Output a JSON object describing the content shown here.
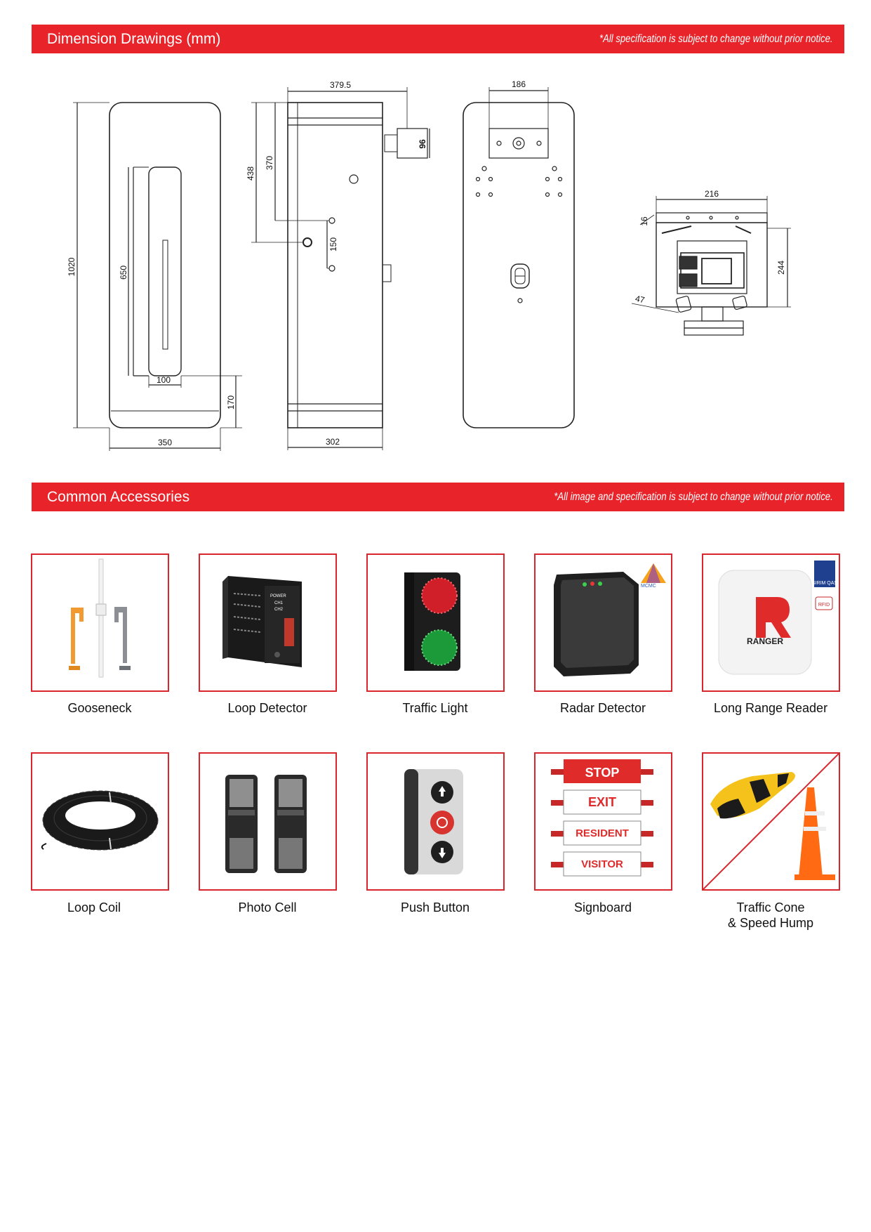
{
  "section1": {
    "title": "Dimension Drawings (mm)",
    "note": "*All specification is subject to change without prior notice."
  },
  "drawings": {
    "front": {
      "height": "1020",
      "slot": "650",
      "slot_width": "100",
      "bottom": "170",
      "width": "350"
    },
    "side": {
      "depth": "379.5",
      "h438": "438",
      "h370": "370",
      "h150": "150",
      "d96": "96",
      "base": "302"
    },
    "back": {
      "top_width": "186"
    },
    "detail": {
      "w216": "216",
      "d16": "16",
      "h244": "244",
      "d47": "47"
    }
  },
  "section2": {
    "title": "Common Accessories",
    "note": "*All image and specification is subject to change without prior notice."
  },
  "accessories": [
    {
      "label": "Gooseneck",
      "icon": "gooseneck-icon"
    },
    {
      "label": "Loop Detector",
      "icon": "loop-detector-icon"
    },
    {
      "label": "Traffic Light",
      "icon": "traffic-light-icon"
    },
    {
      "label": "Radar Detector",
      "icon": "radar-detector-icon"
    },
    {
      "label": "Long Range Reader",
      "icon": "long-range-reader-icon"
    },
    {
      "label": "Loop Coil",
      "icon": "loop-coil-icon"
    },
    {
      "label": "Photo Cell",
      "icon": "photo-cell-icon"
    },
    {
      "label": "Push Button",
      "icon": "push-button-icon"
    },
    {
      "label": "Signboard",
      "icon": "signboard-icon"
    },
    {
      "label_line1": "Traffic Cone",
      "label_line2": "& Speed Hump",
      "icon": "traffic-cone-speed-hump-icon"
    }
  ],
  "product_text": {
    "loop_detector": {
      "power": "POWER",
      "ch1": "CH1",
      "ch2": "CH2"
    },
    "radar_logo": "MCMC",
    "reader_brand": "RANGER",
    "reader_badges": [
      "SIRIM QAS",
      "RFID"
    ],
    "signs": [
      "STOP",
      "EXIT",
      "RESIDENT",
      "VISITOR"
    ]
  },
  "colors": {
    "accent": "#e8232a",
    "frame": "#d9262c"
  }
}
